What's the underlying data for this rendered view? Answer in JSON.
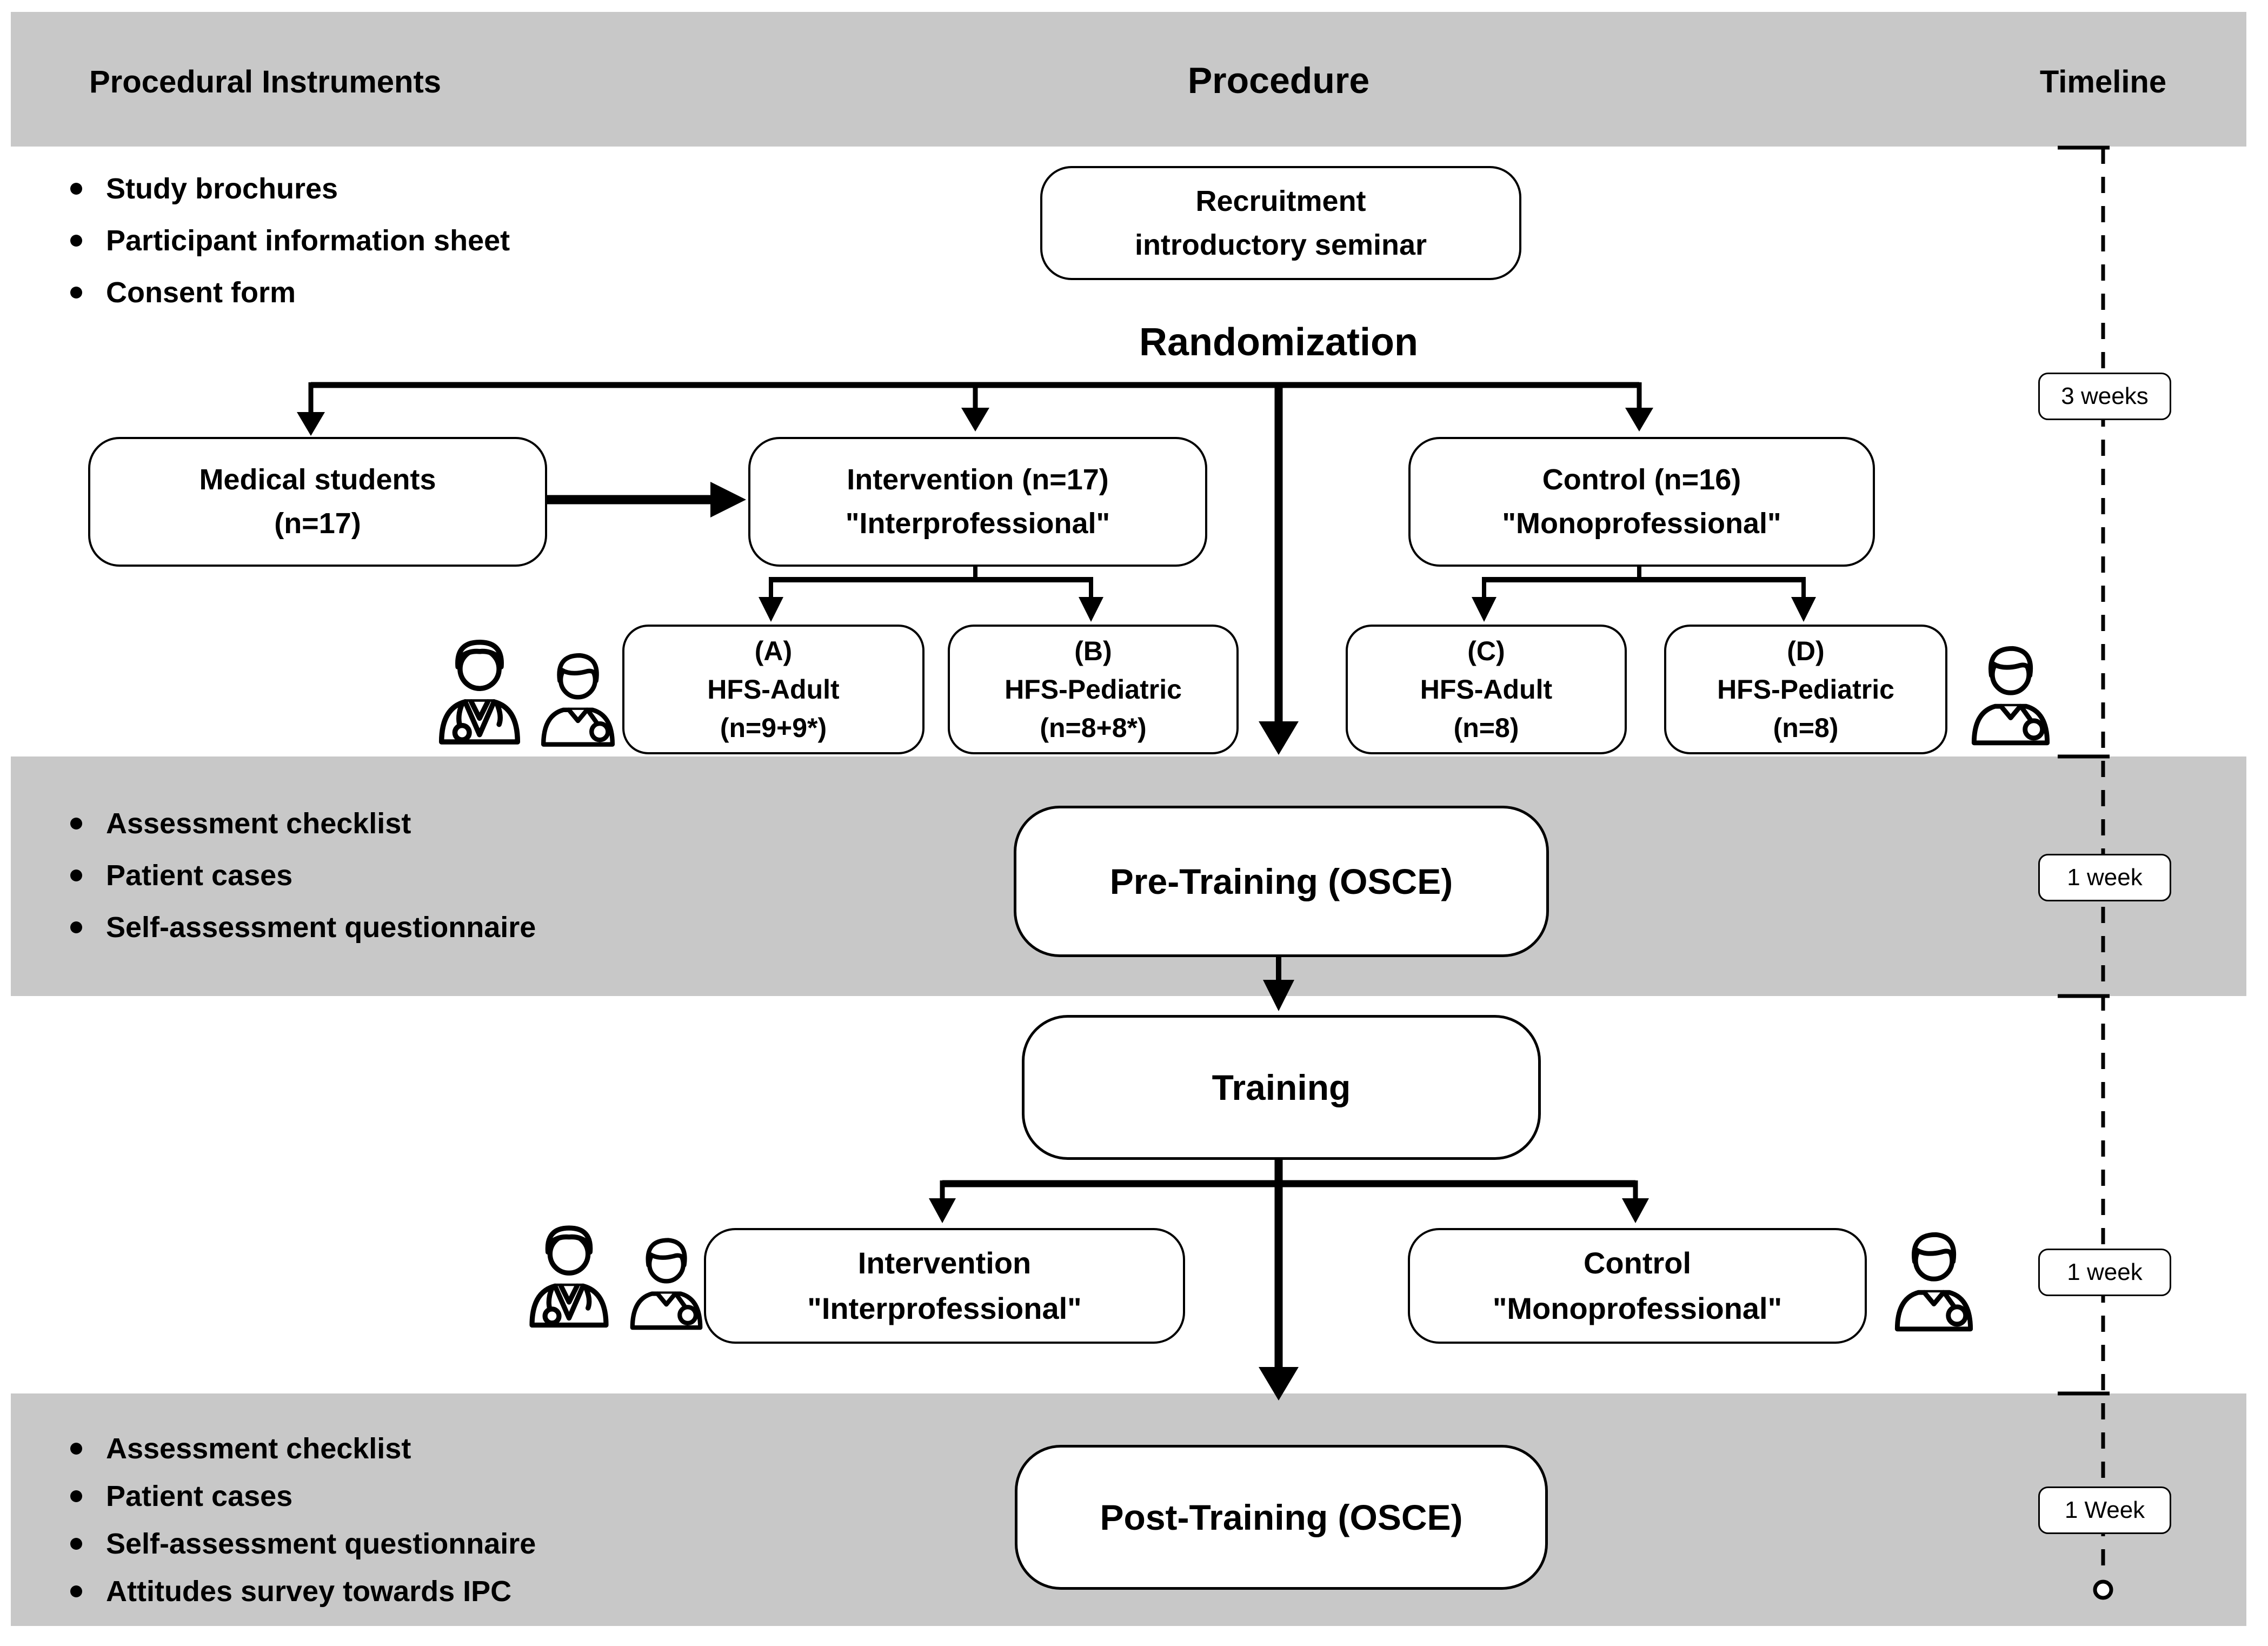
{
  "header": {
    "instruments": "Procedural Instruments",
    "procedure": "Procedure",
    "timeline": "Timeline"
  },
  "recruitment_phase": {
    "instruments": [
      "Study brochures",
      "Participant information sheet",
      "Consent form"
    ],
    "recruitment_box": {
      "line1": "Recruitment",
      "line2": "introductory seminar"
    },
    "randomization_label": "Randomization",
    "medical_students_box": {
      "line1": "Medical students",
      "line2": "(n=17)"
    },
    "intervention_box": {
      "line1": "Intervention (n=17)",
      "line2": "\"Interprofessional\""
    },
    "control_box": {
      "line1": "Control (n=16)",
      "line2": "\"Monoprofessional\""
    },
    "groups": [
      {
        "id": "(A)",
        "name": "HFS-Adult",
        "n": "(n=9+9*)"
      },
      {
        "id": "(B)",
        "name": "HFS-Pediatric",
        "n": "(n=8+8*)"
      },
      {
        "id": "(C)",
        "name": "HFS-Adult",
        "n": "(n=8)"
      },
      {
        "id": "(D)",
        "name": "HFS-Pediatric",
        "n": "(n=8)"
      }
    ],
    "timeline_label": "3 weeks"
  },
  "pre_training_phase": {
    "instruments": [
      "Assessment checklist",
      "Patient cases",
      "Self-assessment questionnaire"
    ],
    "box": "Pre-Training (OSCE)",
    "timeline_label": "1 week"
  },
  "training_phase": {
    "box": "Training",
    "intervention_box": {
      "line1": "Intervention",
      "line2": "\"Interprofessional\""
    },
    "control_box": {
      "line1": "Control",
      "line2": "\"Monoprofessional\""
    },
    "timeline_label": "1 week"
  },
  "post_training_phase": {
    "instruments": [
      "Assessment checklist",
      "Patient cases",
      "Self-assessment questionnaire",
      "Attitudes survey towards IPC"
    ],
    "box": "Post-Training (OSCE)",
    "timeline_label": "1 Week"
  },
  "icons": {
    "doctor": "doctor person bust with stethoscope (line art)",
    "nurse": "clinician person bust with shoulder stethoscope (line art)",
    "timeline_end": "small open circle"
  },
  "colors": {
    "band": "#c8c8c8",
    "stroke": "#000000",
    "box_bg": "#ffffff",
    "page_bg": "#ffffff"
  }
}
